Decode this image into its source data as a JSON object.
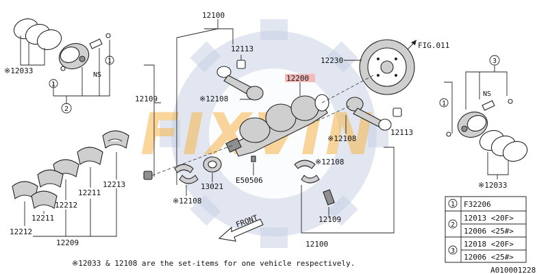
{
  "labels": {
    "l12100_top": "12100",
    "l12113_top": "12113",
    "l12230": "12230",
    "lfig": "FIG.011",
    "l12200": "12200",
    "l12033_left": "※12033",
    "l12109_left": "12109",
    "l12108_a": "※12108",
    "l12108_b": "※12108",
    "l12108_c": "※12108",
    "l12108_d": "※12108",
    "l12113_right": "12113",
    "l12213": "12213",
    "l12211_a": "12211",
    "l12212_a": "12212",
    "l12211_b": "12211",
    "l12212_b": "12212",
    "l12209": "12209",
    "l13021": "13021",
    "le50506": "E50506",
    "l12109_bottom": "12109",
    "l12100_bottom": "12100",
    "l12033_right": "※12033",
    "ns_left": "NS",
    "ns_right": "NS",
    "c1_a": "1",
    "c1_b": "1",
    "c2": "2",
    "c3": "3",
    "c1_c": "1",
    "front": "FRONT"
  },
  "watermark": "FIXVIN",
  "legend_table": {
    "rows": [
      {
        "num": "1",
        "text": "F32206"
      },
      {
        "num": "2",
        "text": "12013 <20F>"
      },
      {
        "num": "",
        "text": "12006 <25#>"
      },
      {
        "num": "3",
        "text": "12018 <20F>"
      },
      {
        "num": "",
        "text": "12006 <25#>"
      }
    ]
  },
  "footnote": "※12033 & 12108 are the set-items for one vehicle respectively.",
  "diagram_code": "A010001228",
  "colors": {
    "watermark_orange": "#f7b54a",
    "watermark_gear": "#c9d2e6",
    "highlight": "#f4b9b9"
  }
}
